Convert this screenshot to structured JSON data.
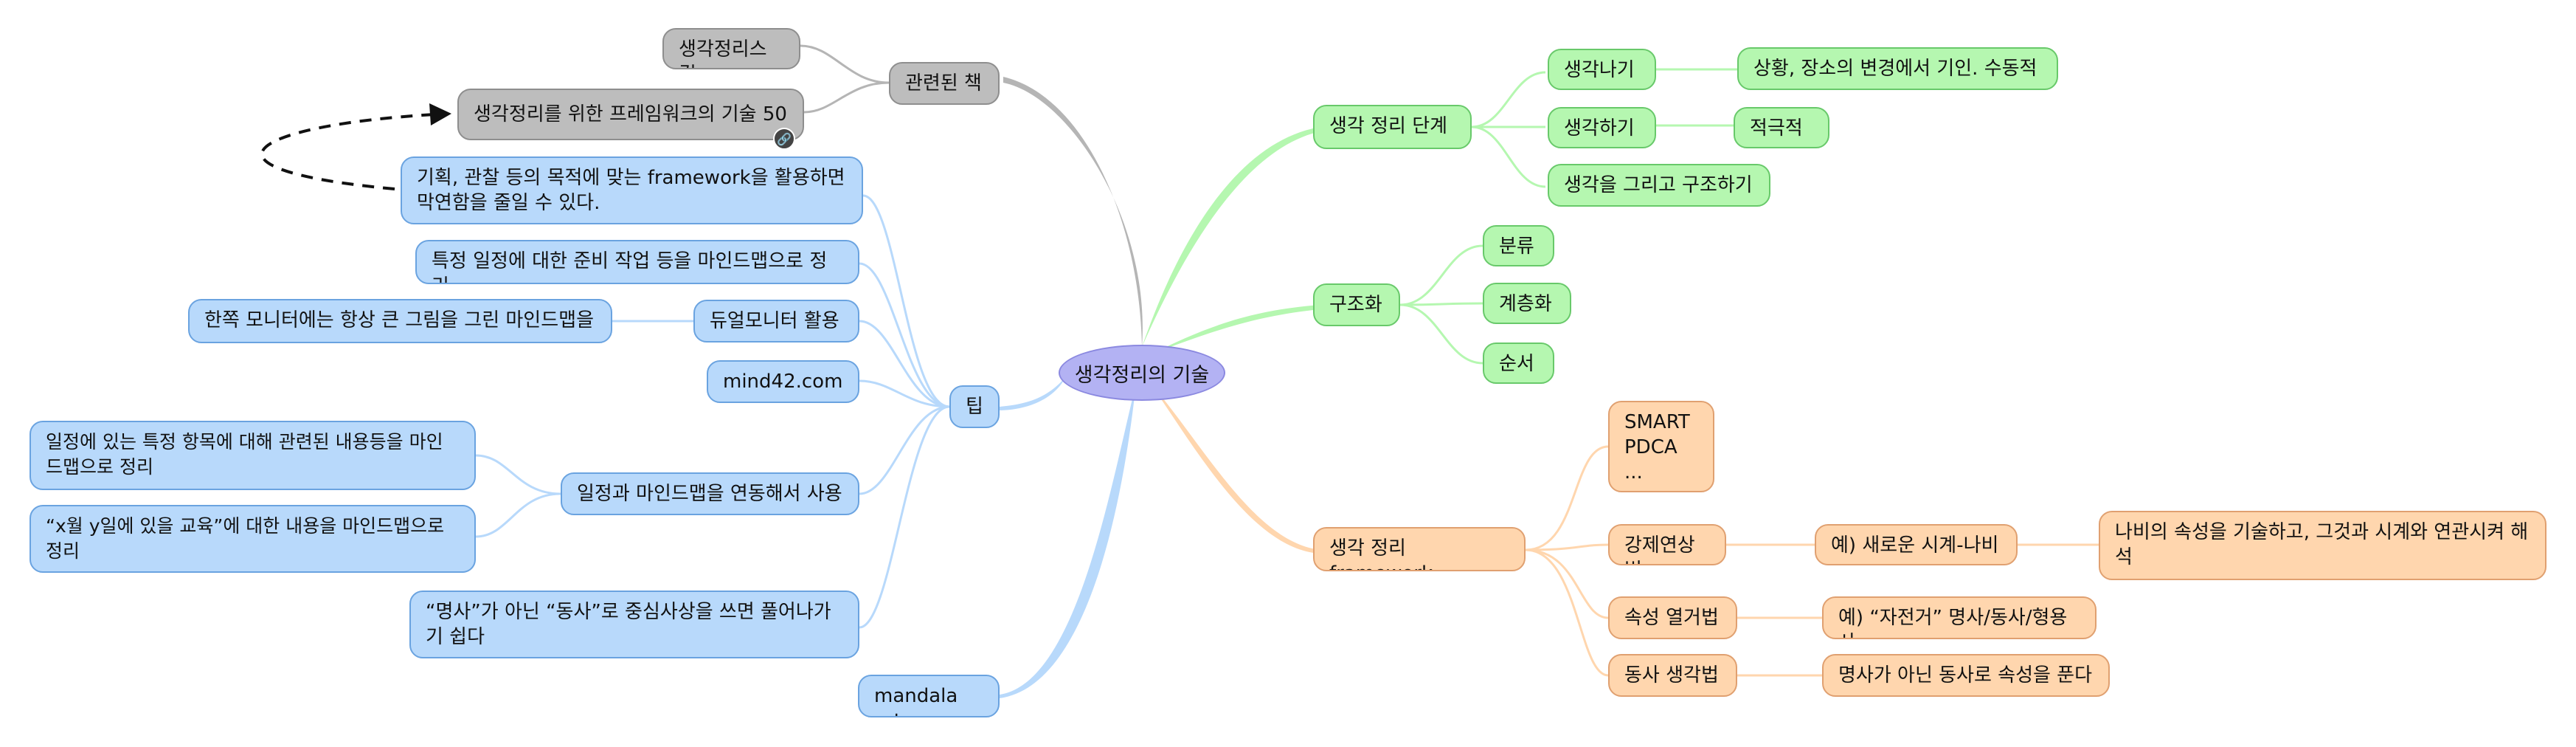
{
  "center": "생각정리의 기술",
  "books": {
    "label": "관련된 책",
    "items": [
      "생각정리스킬",
      "생각정리를 위한 프레임워크의 기술 50"
    ]
  },
  "steps": {
    "label": "생각 정리 단계",
    "items": [
      {
        "label": "생각나기",
        "detail": "상황, 장소의 변경에서 기인. 수동적"
      },
      {
        "label": "생각하기",
        "detail": "적극적"
      },
      {
        "label": "생각을 그리고 구조하기"
      }
    ]
  },
  "structure": {
    "label": "구조화",
    "items": [
      "분류",
      "계층화",
      "순서"
    ]
  },
  "framework": {
    "label": "생각 정리 framework",
    "list": "SMART\nPDCA\n...",
    "forced": {
      "label": "강제연상법",
      "example": "예) 새로운 시계-나비",
      "detail": "나비의 속성을 기술하고, 그것과 시계와 연관시켜 해석"
    },
    "attr": {
      "label": "속성 열거법",
      "example": "예) “자전거” 명사/동사/형용사"
    },
    "verb": {
      "label": "동사 생각법",
      "detail": "명사가 아닌 동사로 속성을 푼다"
    }
  },
  "tips": {
    "label": "팁",
    "framework": "기획, 관찰 등의 목적에 맞는 framework을 활용하면 막연함을 줄일 수 있다.",
    "schedule_prep": "특정 일정에 대한 준비 작업 등을 마인드맵으로 정리",
    "dual": {
      "label": "듀얼모니터 활용",
      "detail": "한쪽 모니터에는 항상 큰 그림을 그린 마인드맵을"
    },
    "site": "mind42.com",
    "link": {
      "label": "일정과 마인드맵을 연동해서 사용",
      "detail1": "일정에 있는 특정 항목에 대해 관련된 내용등을 마인드맵으로 정리",
      "detail2": "“x월 y일에 있을 교육”에 대한 내용을 마인드맵으로 정리"
    },
    "verb": "“명사”가 아닌 “동사”로 중심사상을 쓰면 풀어나가기 쉽다"
  },
  "mandala": "mandala art",
  "colors": {
    "books": "#bdbdbd",
    "steps": "#b5f7b0",
    "framework": "#ffd6ae",
    "tips": "#b8d9fb",
    "center": "#b3b2f3"
  }
}
